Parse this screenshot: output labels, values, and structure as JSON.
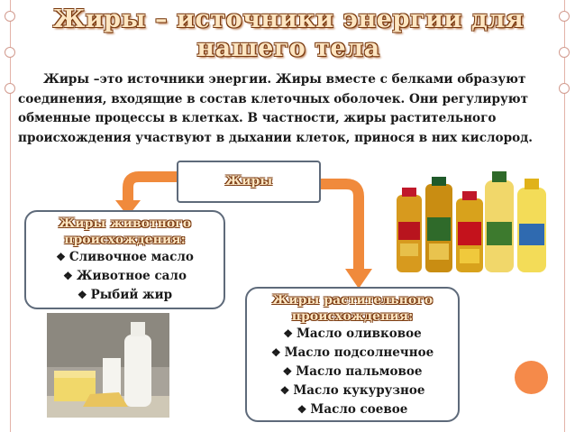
{
  "slide": {
    "title_line1": "Жиры – источники энергии для",
    "title_line2": "нашего тела",
    "paragraph": "Жиры –это источники энергии. Жиры вместе с белками образуют соединения, входящие в состав клеточных оболочек. Они регулируют обменные процессы в клетках. В частности, жиры растительного происхождения участвуют в дыхании клеток, принося в них кислород."
  },
  "diagram": {
    "root_label": "Жиры",
    "animal": {
      "heading_line1": "Жиры животного",
      "heading_line2": "происхождения:",
      "items": [
        "Сливочное масло",
        "Животное сало",
        "Рыбий жир"
      ]
    },
    "plant": {
      "heading_line1": "Жиры растительного",
      "heading_line2": "происхождения:",
      "items": [
        "Масло оливковое",
        "Масло подсолнечное",
        "Масло пальмовое",
        "Масло кукурузное",
        "Масло соевое"
      ]
    },
    "bullet_glyph": "❖"
  },
  "colors": {
    "arrow": "#f08a3c",
    "box_border": "#5e6a7a",
    "heading_fill": "#fde6c2",
    "heading_outline": "#7a3a10",
    "accent_circle": "#f58a4a"
  },
  "icons": {
    "oil_bottles": "oil-bottles-image",
    "dairy_butter": "dairy-butter-image"
  }
}
